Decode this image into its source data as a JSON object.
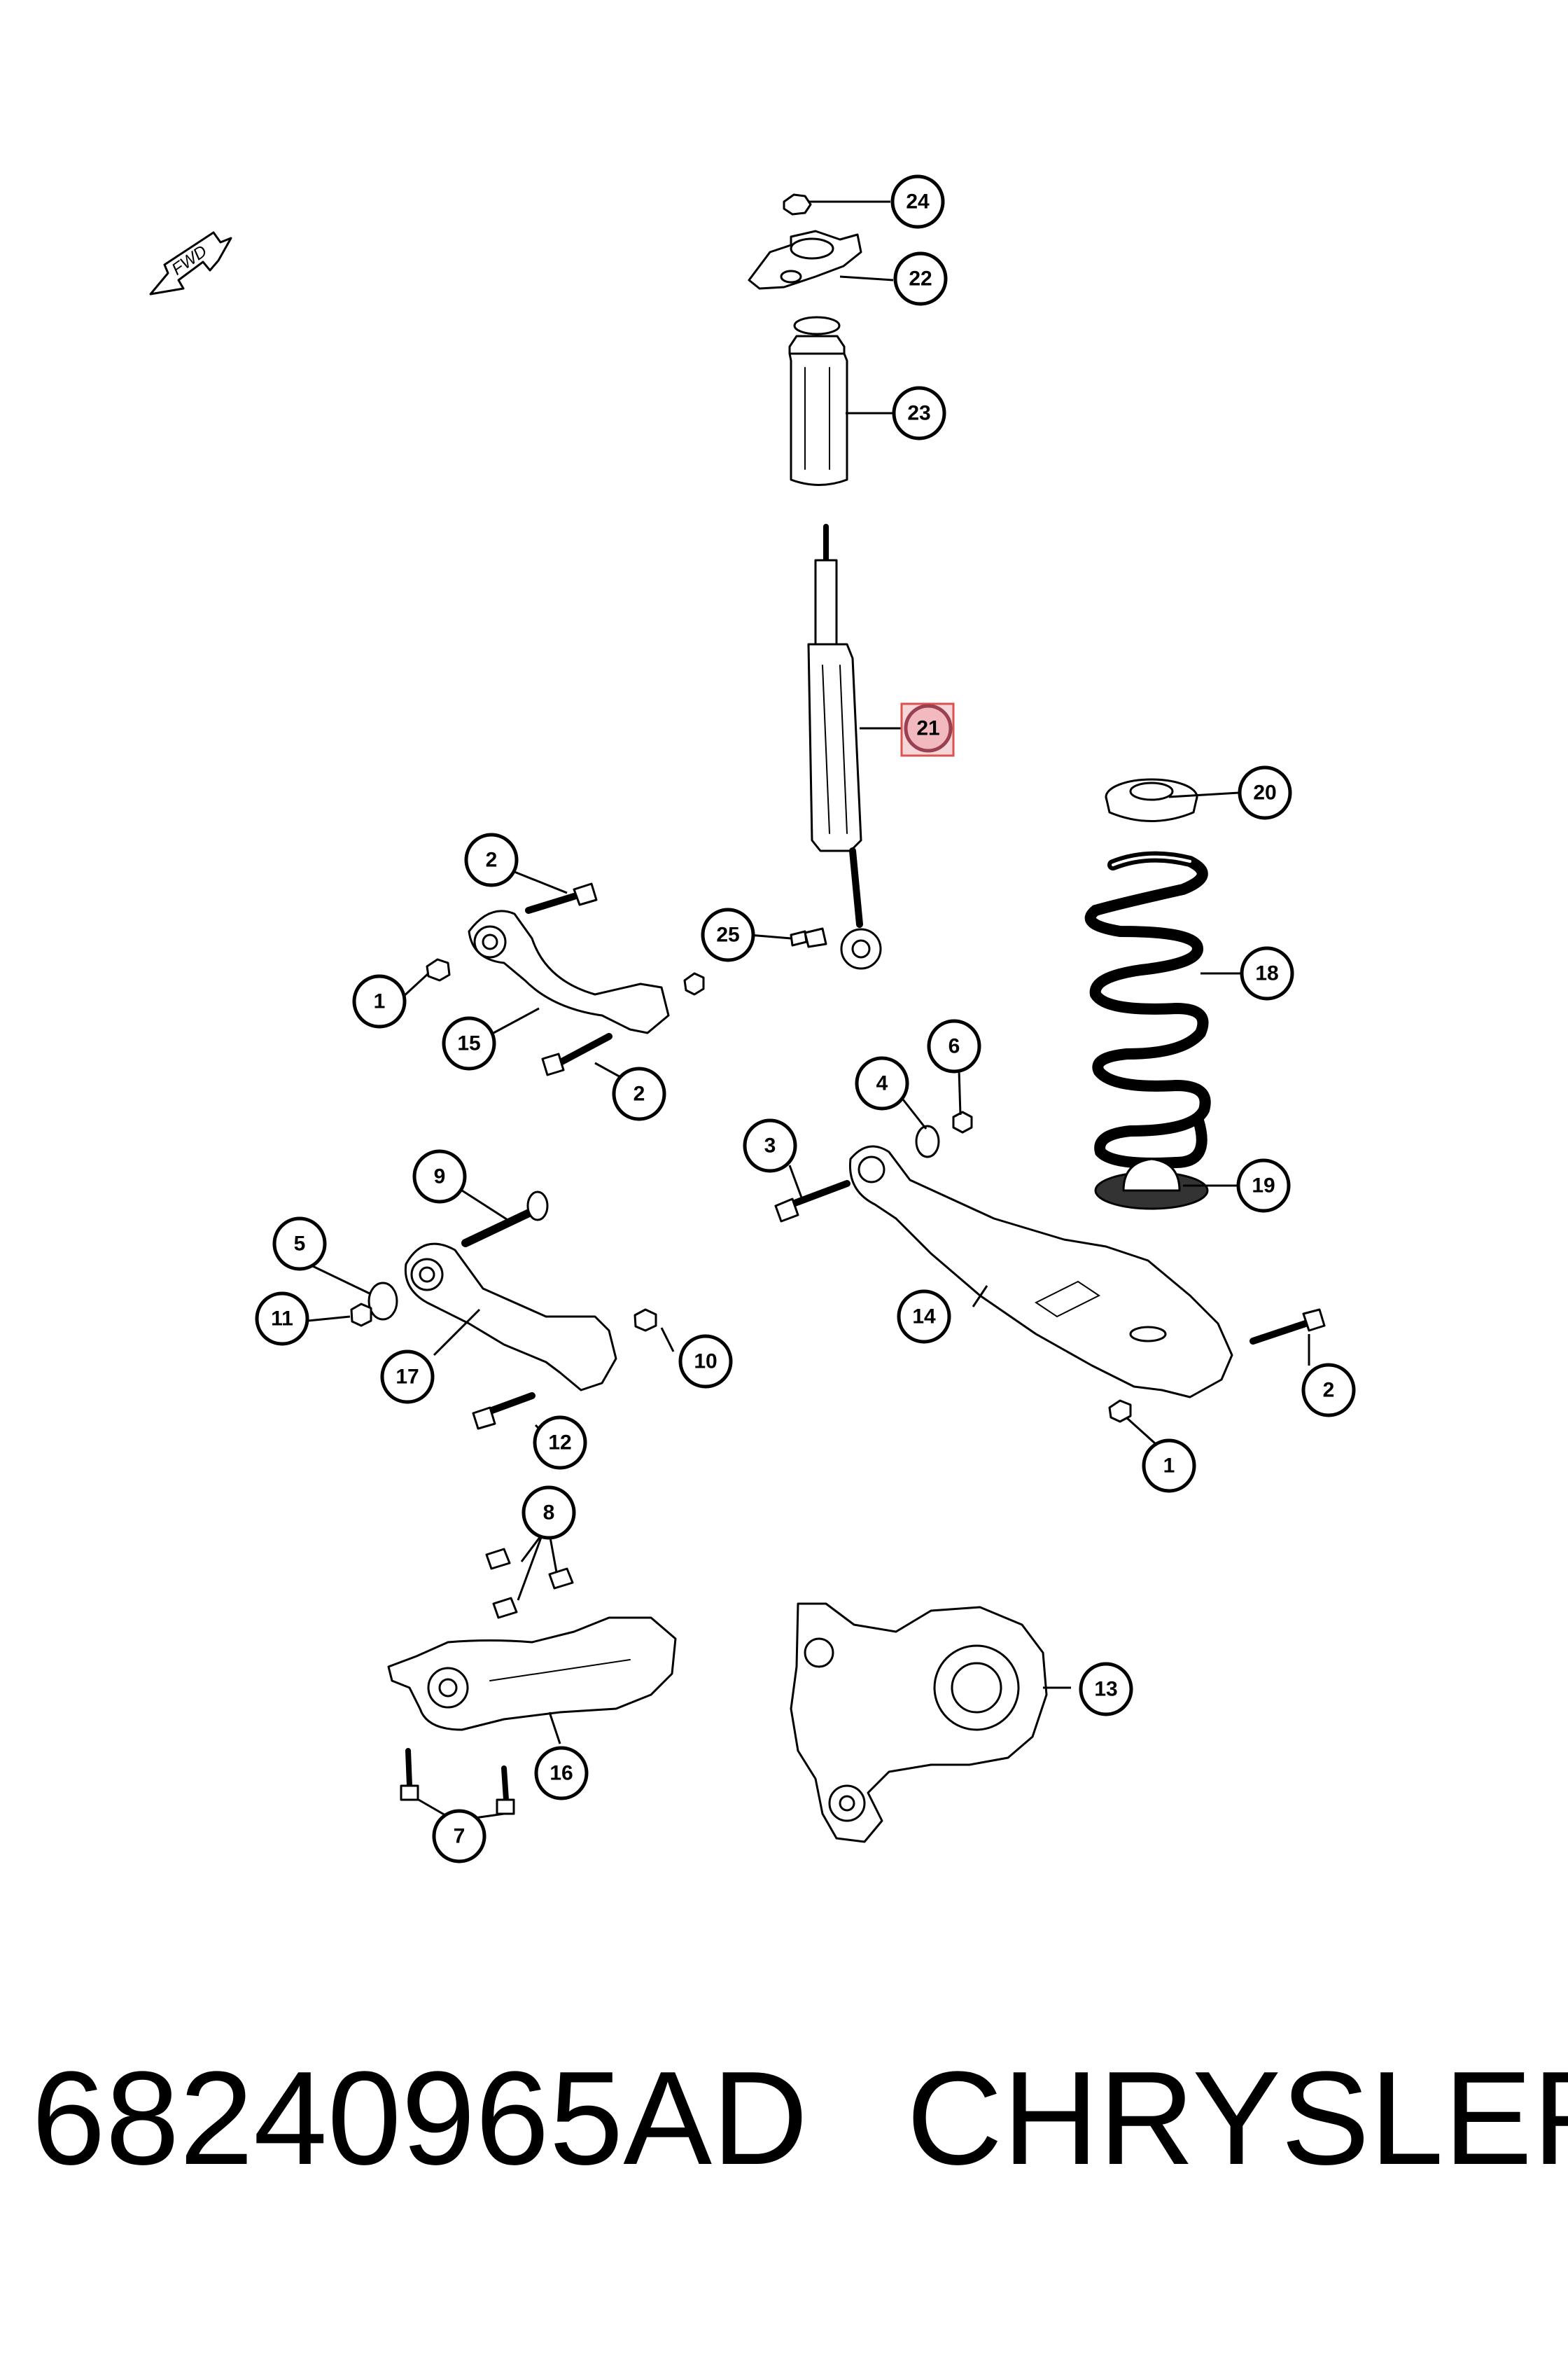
{
  "diagram": {
    "direction_label": "FWD",
    "highlight_color": "#e8a0a8",
    "callouts": [
      "1",
      "2",
      "3",
      "4",
      "5",
      "6",
      "7",
      "8",
      "9",
      "10",
      "11",
      "12",
      "13",
      "14",
      "15",
      "16",
      "17",
      "18",
      "19",
      "20",
      "21",
      "22",
      "23",
      "24",
      "25"
    ],
    "highlighted_callout": "21"
  },
  "footer": {
    "part_number": "68240965AD",
    "brand": "CHRYSLER"
  }
}
